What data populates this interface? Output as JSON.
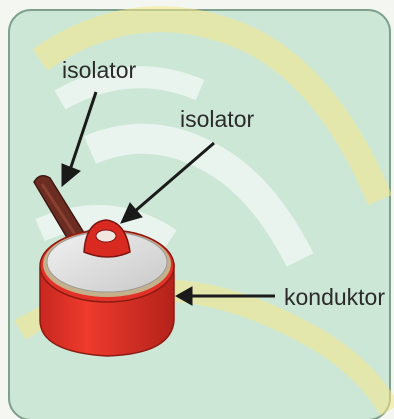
{
  "labels": {
    "handle": "isolator",
    "lid_knob": "isolator",
    "pot_body": "konduktor"
  },
  "colors": {
    "panel": "#cde7d7",
    "panel_border": "#7fa08a",
    "pot": "#e23228",
    "pot_dark": "#b5231c",
    "pot_rim": "#c4b08a",
    "handle": "#6b2d22",
    "arrow": "#1a1a1a",
    "watermark": "#f1e48c"
  }
}
